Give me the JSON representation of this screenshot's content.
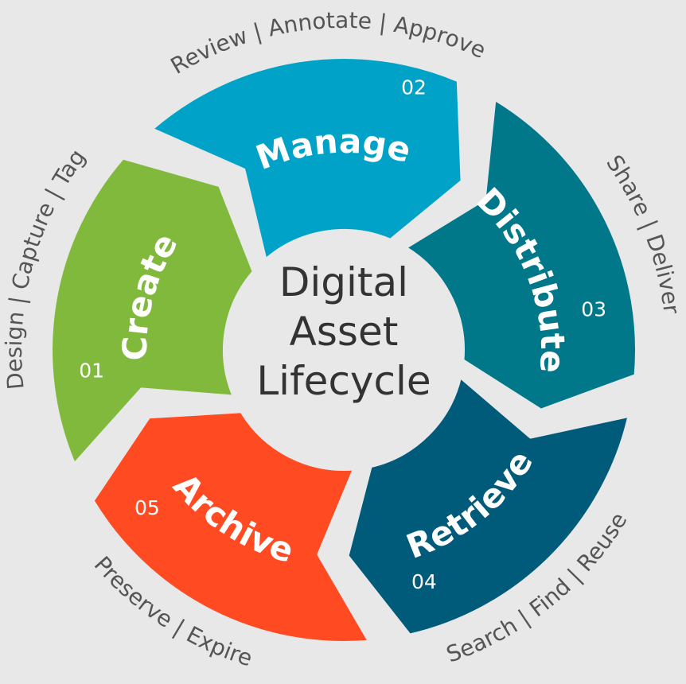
{
  "center": {
    "lines": [
      "Digital",
      "Asset",
      "Lifecycle"
    ],
    "color": "#333333"
  },
  "segments": [
    {
      "id": "create",
      "number": "01",
      "title": "Create",
      "caption": "Design | Capture | Tag",
      "color": "#80b93b"
    },
    {
      "id": "manage",
      "number": "02",
      "title": "Manage",
      "caption": "Review | Annotate | Approve",
      "color": "#00a3c7"
    },
    {
      "id": "distribute",
      "number": "03",
      "title": "Distribute",
      "caption": "Share | Deliver",
      "color": "#00788a"
    },
    {
      "id": "retrieve",
      "number": "04",
      "title": "Retrieve",
      "caption": "Search | Find | Reuse",
      "color": "#005b7a"
    },
    {
      "id": "archive",
      "number": "05",
      "title": "Archive",
      "caption": "Preserve | Expire",
      "color": "#ff4a22"
    }
  ]
}
